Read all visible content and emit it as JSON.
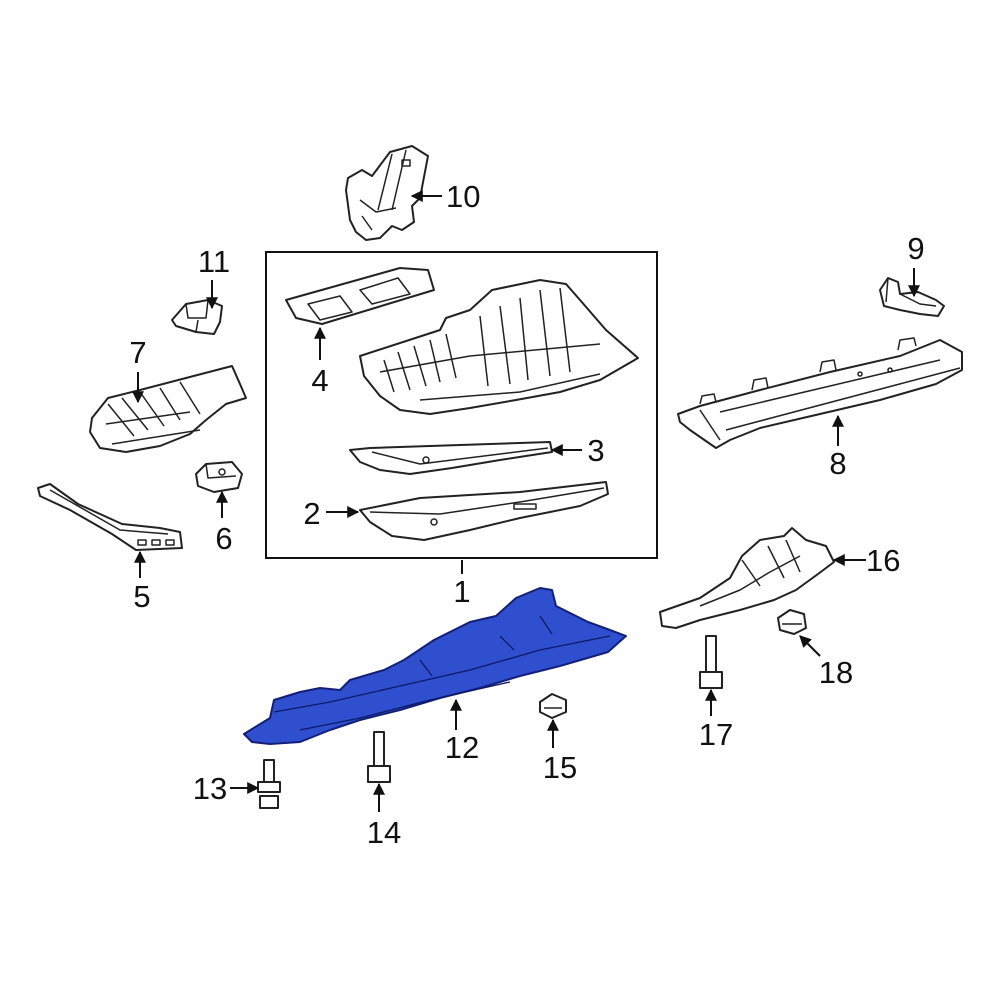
{
  "colors": {
    "highlight": "#2f4fcf",
    "line": "#222222",
    "background": "#ffffff"
  },
  "callouts": {
    "c1": "1",
    "c2": "2",
    "c3": "3",
    "c4": "4",
    "c5": "5",
    "c6": "6",
    "c7": "7",
    "c8": "8",
    "c9": "9",
    "c10": "10",
    "c11": "11",
    "c12": "12",
    "c13": "13",
    "c14": "14",
    "c15": "15",
    "c16": "16",
    "c17": "17",
    "c18": "18"
  }
}
